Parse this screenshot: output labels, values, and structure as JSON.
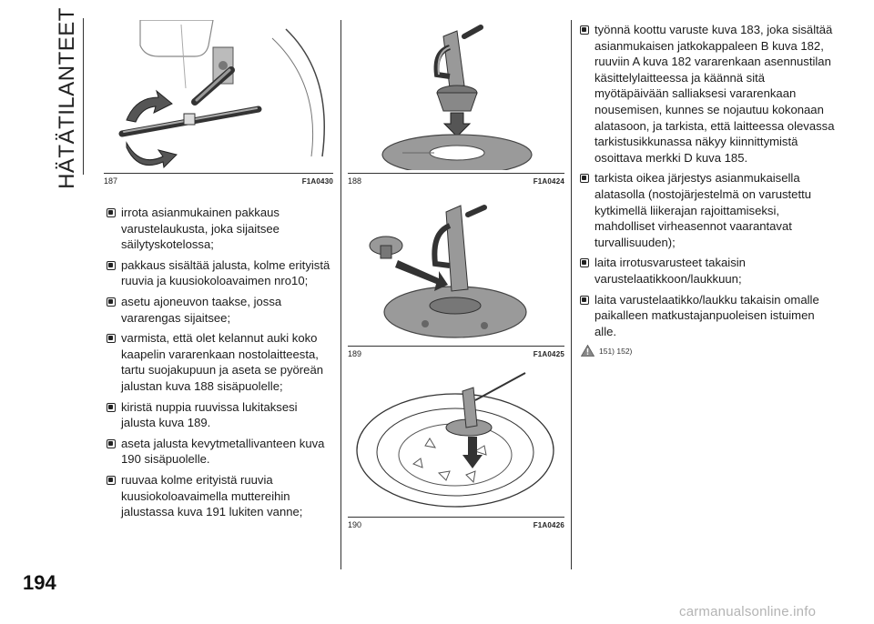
{
  "section_title": "HÄTÄTILANTEET",
  "page_number": "194",
  "watermark": "carmanualsonline.info",
  "figures": [
    {
      "number": "187",
      "code": "F1A0430"
    },
    {
      "number": "188",
      "code": "F1A0424"
    },
    {
      "number": "189",
      "code": "F1A0425"
    },
    {
      "number": "190",
      "code": "F1A0426"
    }
  ],
  "left_column": [
    {
      "text": "irrota asianmukainen pakkaus varustelaukusta, joka sijaitsee säilytyskotelossa;"
    },
    {
      "text": "pakkaus sisältää jalusta, kolme erityistä ruuvia ja kuusiokoloavaimen nro10;"
    },
    {
      "text": "asetu ajoneuvon taakse, jossa vararengas sijaitsee;"
    },
    {
      "text": "varmista, että olet kelannut auki koko kaapelin vararenkaan nostolaitteesta, tartu suojakupuun ja aseta se pyöreän jalustan kuva 188 sisäpuolelle;"
    },
    {
      "text": "kiristä nuppia ruuvissa lukitaksesi jalusta kuva 189."
    },
    {
      "text": "aseta jalusta kevytmetallivanteen kuva 190 sisäpuolelle."
    },
    {
      "text": "ruuvaa kolme erityistä ruuvia kuusiokoloavaimella muttereihin jalustassa kuva 191 lukiten vanne;"
    }
  ],
  "right_column": [
    {
      "text": "työnnä koottu varuste kuva 183, joka sisältää asianmukaisen jatkokappaleen B kuva 182, ruuviin A kuva 182 vararenkaan asennustilan käsittelylaitteessa ja käännä sitä myötäpäivään salliaksesi vararenkaan nousemisen, kunnes se nojautuu kokonaan alatasoon, ja tarkista, että laitteessa olevassa tarkistusikkunassa näkyy kiinnittymistä osoittava merkki D kuva 185."
    },
    {
      "text": "tarkista oikea järjestys asianmukaisella alatasolla (nostojärjestelmä on varustettu kytkimellä liikerajan rajoittamiseksi, mahdolliset virheasennot vaarantavat turvallisuuden);"
    },
    {
      "text": "laita irrotusvarusteet takaisin varustelaatikkoon/laukkuun;"
    },
    {
      "text": "laita varustelaatikko/laukku takaisin omalle paikalleen matkustajanpuoleisen istuimen alle."
    }
  ],
  "warning_refs": "151) 152)",
  "colors": {
    "text": "#1c1c1c",
    "rule": "#333333",
    "watermark": "#b4b4b4",
    "drawing_gray": "#8a8a8a"
  }
}
